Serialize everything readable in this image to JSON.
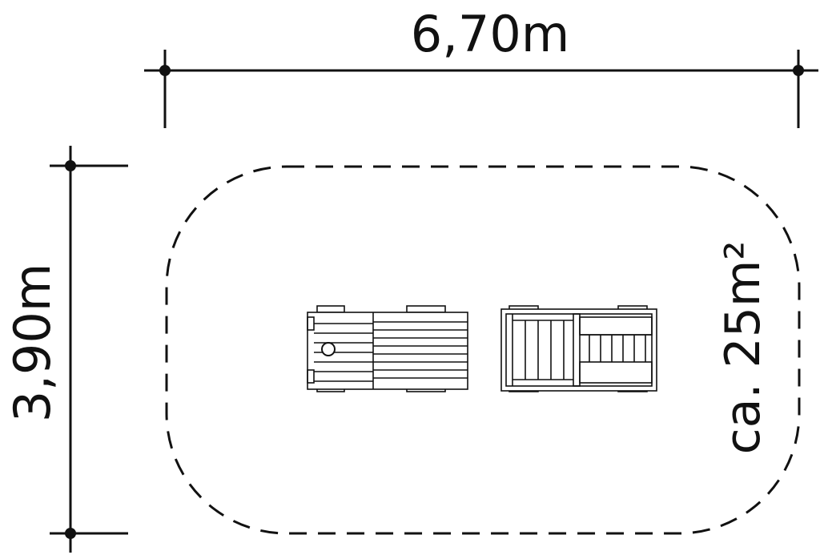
{
  "dimensions": {
    "width_label": "6,70m",
    "height_label": "3,90m"
  },
  "area": {
    "label": "ca. 25m²"
  },
  "colors": {
    "ink": "#111111",
    "background": "#ffffff"
  }
}
